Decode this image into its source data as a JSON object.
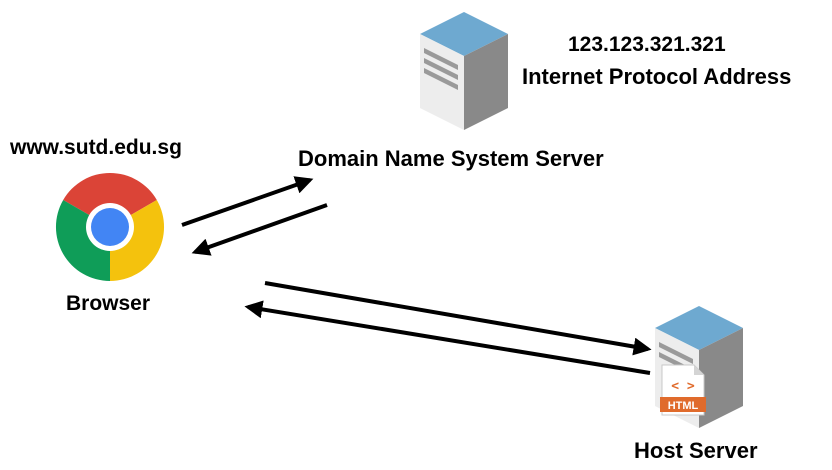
{
  "browser": {
    "url": "www.sutd.edu.sg",
    "label": "Browser",
    "icon": "chrome-icon"
  },
  "dns_server": {
    "label": "Domain Name System Server",
    "ip_value": "123.123.321.321",
    "ip_caption": "Internet Protocol Address",
    "icon": "server-icon"
  },
  "host_server": {
    "label": "Host Server",
    "file_badge": "HTML",
    "file_glyph": "< >",
    "icon": "server-with-html-file-icon"
  },
  "colors": {
    "server_top": "#6ea9d0",
    "server_front": "#ededed",
    "server_side": "#898989",
    "chrome_red": "#db4437",
    "chrome_green": "#0f9d58",
    "chrome_yellow": "#f4c20d",
    "chrome_blue": "#4285f4",
    "html_orange": "#e06b2c"
  }
}
